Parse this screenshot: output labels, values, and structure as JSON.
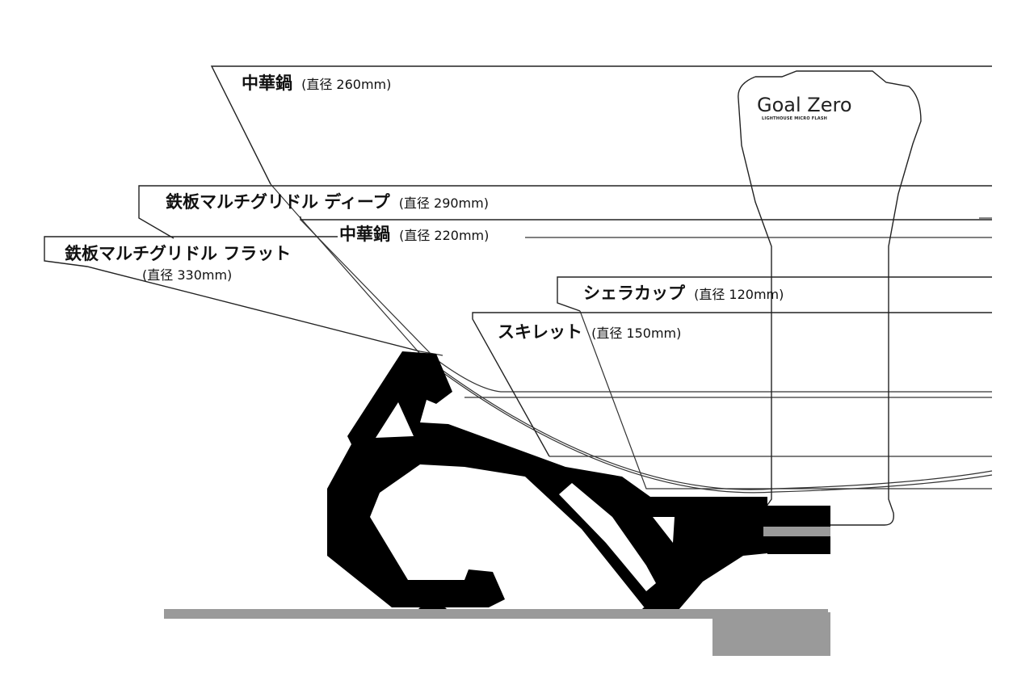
{
  "vessels": [
    {
      "id": "chuka260",
      "name": "中華鍋",
      "diameter": "(直径 260mm)"
    },
    {
      "id": "griddle_deep",
      "name": "鉄板マルチグリドル ディープ",
      "diameter": "(直径 290mm)"
    },
    {
      "id": "chuka220",
      "name": "中華鍋",
      "diameter": "(直径 220mm)"
    },
    {
      "id": "griddle_flat",
      "name": "鉄板マルチグリドル フラット",
      "diameter": "(直径 330mm)"
    },
    {
      "id": "sierra",
      "name": "シェラカップ",
      "diameter": "(直径 120mm)"
    },
    {
      "id": "skillet",
      "name": "スキレット",
      "diameter": "(直径 150mm)"
    }
  ],
  "lantern": {
    "brand": "Goal Zero",
    "model": "LIGHTHOUSE MICRO FLASH"
  },
  "colors": {
    "stand": "#000000",
    "base": "#9a9a9a",
    "line": "#222222",
    "background": "#ffffff"
  }
}
